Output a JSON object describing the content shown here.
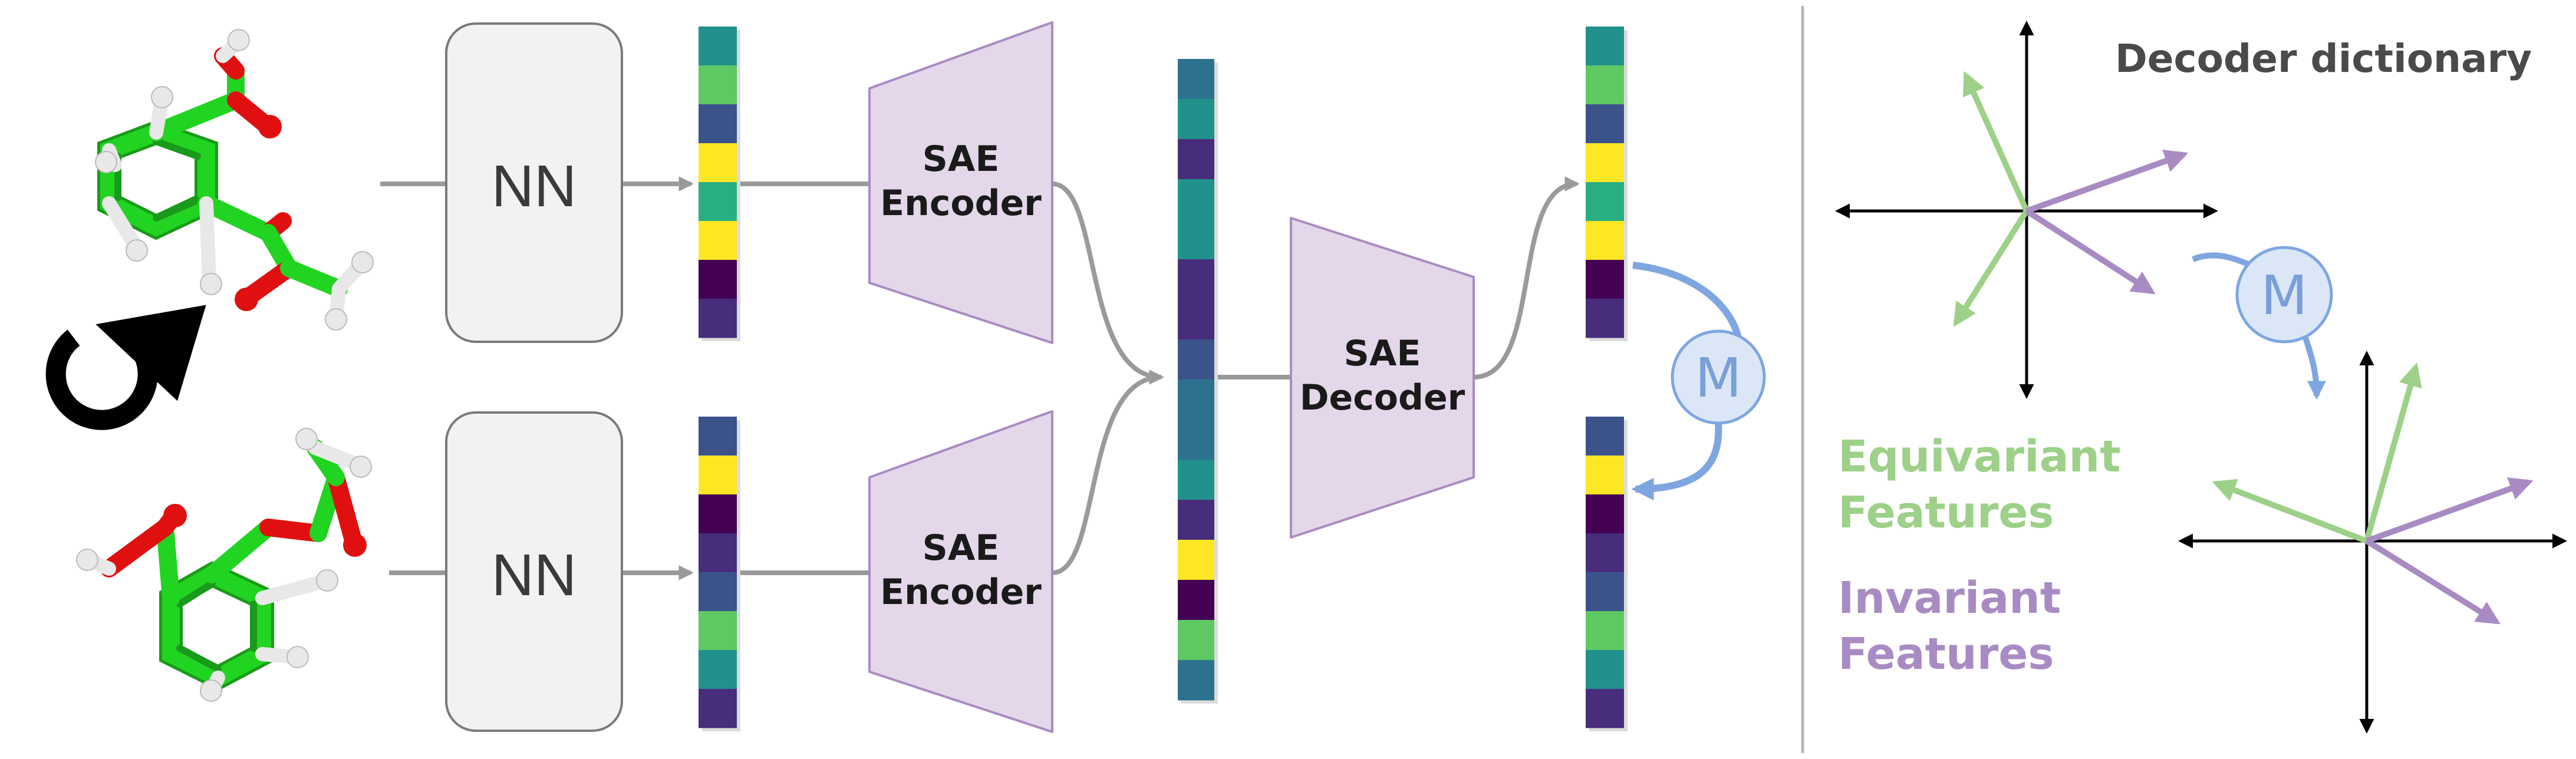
{
  "diagram": {
    "nn_label": "NN",
    "encoder_label_line1": "SAE",
    "encoder_label_line2": "Encoder",
    "decoder_label_line1": "SAE",
    "decoder_label_line2": "Decoder",
    "m_label": "M",
    "dictionary_title": "Decoder dictionary",
    "equivariant_line1": "Equivariant",
    "equivariant_line2": "Features",
    "invariant_line1": "Invariant",
    "invariant_line2": "Features"
  },
  "colors": {
    "equivariant": "#9dd088",
    "invariant": "#a98bc3",
    "m_circle_fill": "#dbe7f7",
    "m_arrow": "#7fa6e0",
    "encoder_fill": "#e4d7e9",
    "nn_fill": "#f2f2f2",
    "molecule_carbon": "#22d422",
    "molecule_oxygen": "#e01010",
    "molecule_hydrogen": "#e8e8e8",
    "viridis": [
      "#440154",
      "#472d7b",
      "#3b528b",
      "#2c728e",
      "#21918c",
      "#28ae80",
      "#5ec962",
      "#fde725"
    ]
  },
  "vectors": {
    "embedding_top": [
      4,
      6,
      2,
      7,
      5,
      7,
      0,
      1
    ],
    "embedding_bottom": [
      2,
      7,
      0,
      1,
      2,
      6,
      4,
      1
    ],
    "latent": [
      3,
      4,
      1,
      4,
      4,
      1,
      1,
      2,
      3,
      3,
      4,
      1,
      7,
      0,
      6,
      3
    ],
    "decoded_top": [
      4,
      6,
      2,
      7,
      5,
      7,
      0,
      1
    ],
    "decoded_bottom": [
      2,
      7,
      0,
      1,
      2,
      6,
      4,
      1
    ]
  }
}
